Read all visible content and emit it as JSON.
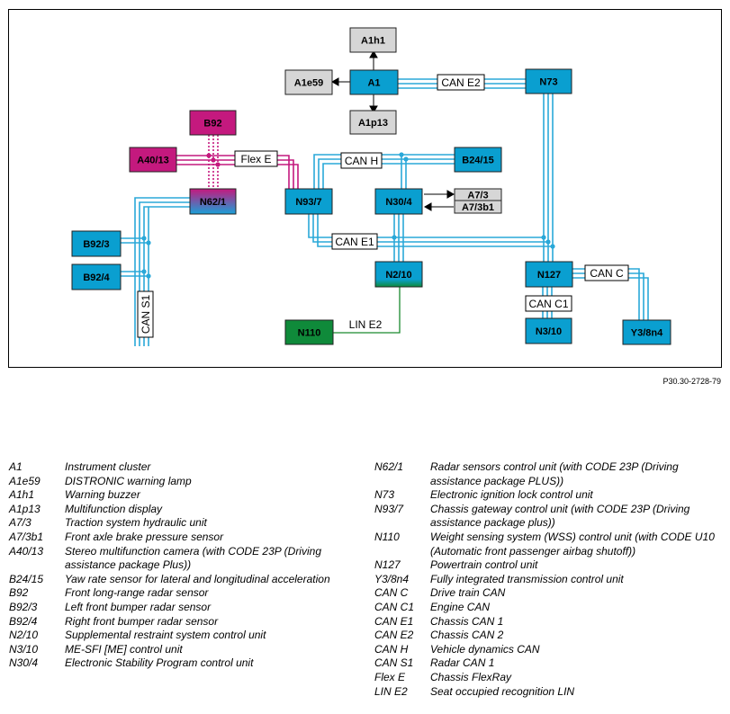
{
  "diagram": {
    "reference": "P30.30-2728-79",
    "nodes": [
      {
        "id": "A1h1",
        "label": "A1h1",
        "type": "gray"
      },
      {
        "id": "A1e59",
        "label": "A1e59",
        "type": "gray"
      },
      {
        "id": "A1",
        "label": "A1",
        "type": "blue"
      },
      {
        "id": "A1p13",
        "label": "A1p13",
        "type": "gray"
      },
      {
        "id": "N73",
        "label": "N73",
        "type": "blue"
      },
      {
        "id": "B92",
        "label": "B92",
        "type": "magenta"
      },
      {
        "id": "A40_13",
        "label": "A40/13",
        "type": "magenta"
      },
      {
        "id": "N62_1",
        "label": "N62/1",
        "type": "gradient"
      },
      {
        "id": "N93_7",
        "label": "N93/7",
        "type": "blue"
      },
      {
        "id": "N30_4",
        "label": "N30/4",
        "type": "blue"
      },
      {
        "id": "B24_15",
        "label": "B24/15",
        "type": "blue"
      },
      {
        "id": "A7_3",
        "label": "A7/3",
        "type": "gray"
      },
      {
        "id": "A7_3b1",
        "label": "A7/3b1",
        "type": "gray"
      },
      {
        "id": "B92_3",
        "label": "B92/3",
        "type": "blue"
      },
      {
        "id": "B92_4",
        "label": "B92/4",
        "type": "blue"
      },
      {
        "id": "N2_10",
        "label": "N2/10",
        "type": "bluegreen"
      },
      {
        "id": "N110",
        "label": "N110",
        "type": "green"
      },
      {
        "id": "N127",
        "label": "N127",
        "type": "blue"
      },
      {
        "id": "N3_10",
        "label": "N3/10",
        "type": "blue"
      },
      {
        "id": "Y3_8n4",
        "label": "Y3/8n4",
        "type": "blue"
      }
    ],
    "bus_labels": [
      {
        "id": "can_e2",
        "label": "CAN E2"
      },
      {
        "id": "flex_e",
        "label": "Flex E"
      },
      {
        "id": "can_h",
        "label": "CAN H"
      },
      {
        "id": "can_e1",
        "label": "CAN E1"
      },
      {
        "id": "can_c",
        "label": "CAN C"
      },
      {
        "id": "can_c1",
        "label": "CAN C1"
      },
      {
        "id": "can_s1",
        "label": "CAN S1"
      },
      {
        "id": "lin_e2",
        "label": "LIN E2"
      }
    ],
    "colors": {
      "bus_blue": "#2aa8d8",
      "node_blue": "#0a9fd0",
      "node_gray": "#d6d6d6",
      "node_magenta": "#c4197e",
      "node_green": "#0f8a3a",
      "flex_magenta": "#c4197e",
      "lin_green": "#1a8a2e"
    }
  },
  "legend": {
    "left": [
      {
        "code": "A1",
        "desc": "Instrument cluster"
      },
      {
        "code": "A1e59",
        "desc": "DISTRONIC warning lamp"
      },
      {
        "code": "A1h1",
        "desc": "Warning buzzer"
      },
      {
        "code": "A1p13",
        "desc": "Multifunction display"
      },
      {
        "code": "A7/3",
        "desc": "Traction system hydraulic unit"
      },
      {
        "code": "A7/3b1",
        "desc": "Front axle brake pressure sensor"
      },
      {
        "code": "A40/13",
        "desc": "Stereo multifunction camera (with CODE 23P (Driving assistance package Plus))"
      },
      {
        "code": "B24/15",
        "desc": "Yaw rate sensor for lateral and longitudinal acceleration"
      },
      {
        "code": "B92",
        "desc": "Front long-range radar sensor"
      },
      {
        "code": "B92/3",
        "desc": "Left front bumper radar sensor"
      },
      {
        "code": "B92/4",
        "desc": "Right front bumper radar sensor"
      },
      {
        "code": "N2/10",
        "desc": "Supplemental restraint system control unit"
      },
      {
        "code": "N3/10",
        "desc": "ME-SFI [ME] control unit"
      },
      {
        "code": "N30/4",
        "desc": "Electronic Stability Program control unit"
      }
    ],
    "right": [
      {
        "code": "N62/1",
        "desc": "Radar sensors control unit (with CODE 23P (Driving assistance package PLUS))"
      },
      {
        "code": "N73",
        "desc": "Electronic ignition lock control unit"
      },
      {
        "code": "N93/7",
        "desc": "Chassis gateway control unit (with CODE 23P (Driving assistance package plus))"
      },
      {
        "code": "N110",
        "desc": "Weight sensing system (WSS) control unit (with CODE U10 (Automatic front passenger airbag shutoff))"
      },
      {
        "code": "N127",
        "desc": "Powertrain control unit"
      },
      {
        "code": "Y3/8n4",
        "desc": "Fully integrated transmission control unit"
      },
      {
        "code": "CAN C",
        "desc": "Drive train CAN"
      },
      {
        "code": "CAN C1",
        "desc": "Engine CAN"
      },
      {
        "code": "CAN E1",
        "desc": "Chassis CAN 1"
      },
      {
        "code": "CAN E2",
        "desc": "Chassis CAN 2"
      },
      {
        "code": "CAN H",
        "desc": "Vehicle dynamics CAN"
      },
      {
        "code": "CAN S1",
        "desc": "Radar CAN 1"
      },
      {
        "code": "Flex E",
        "desc": "Chassis FlexRay"
      },
      {
        "code": "LIN E2",
        "desc": "Seat occupied recognition LIN"
      }
    ]
  }
}
